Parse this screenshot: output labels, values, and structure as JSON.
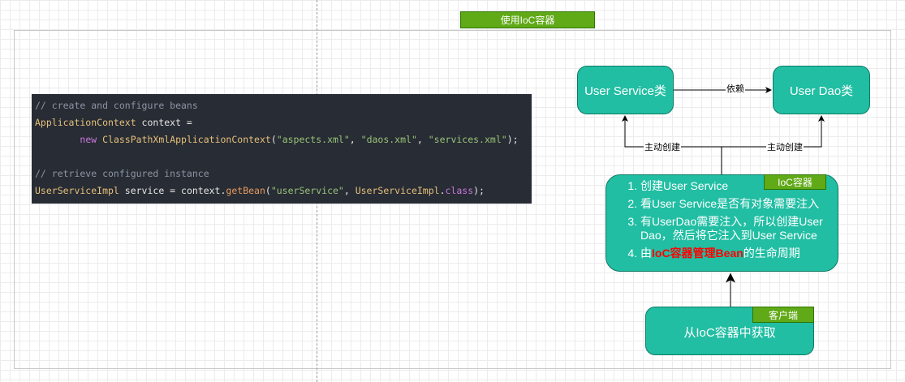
{
  "title": "使用IoC容器",
  "code": {
    "line1": "// create and configure beans",
    "line2_type": "ApplicationContext",
    "line2_rest": " context =",
    "line3_kw": "new",
    "line3_type": "ClassPathXmlApplicationContext",
    "line3_s1": "\"aspects.xml\"",
    "line3_s2": "\"daos.xml\"",
    "line3_s3": "\"services.xml\"",
    "line5": "// retrieve configured instance",
    "line6_type": "UserServiceImpl",
    "line6_mid": " service = context.",
    "line6_fn": "getBean",
    "line6_s": "\"userService\"",
    "line6_type2": "UserServiceImpl",
    "line6_kw": "class"
  },
  "nodes": {
    "user_service": "User Service类",
    "user_dao": "User Dao类",
    "ioc_tag": "IoC容器",
    "ioc_steps": [
      "创建User Service",
      "看User Service是否有对象需要注入",
      "有UserDao需要注入，所以创建User Dao，然后将它注入到User Service"
    ],
    "ioc_step4_pre": "由",
    "ioc_step4_red": "IoC容器管理Bean",
    "ioc_step4_post": "的生命周期",
    "client_tag": "客户端",
    "client_text": "从IoC容器中获取"
  },
  "edges": {
    "depends": "依赖",
    "create_left": "主动创建",
    "create_right": "主动创建"
  },
  "colors": {
    "node_fill": "#21bea3",
    "tag_fill": "#60a917",
    "code_bg": "#282c34",
    "highlight": "#ff0000"
  }
}
